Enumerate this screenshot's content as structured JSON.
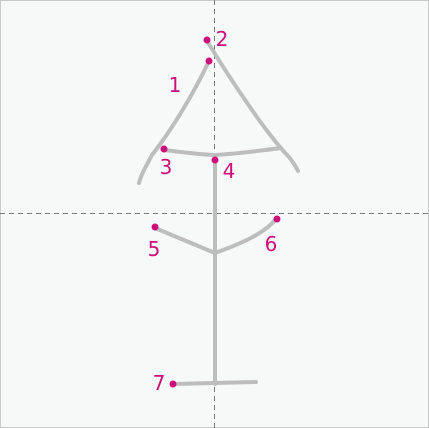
{
  "colors": {
    "background": "#f7f8f8",
    "border": "#c9c9c9",
    "guide": "#7a7a7a",
    "stroke": "#bdbdbd",
    "accent": "#cc0f7a"
  },
  "strokes": [
    {
      "number": "1"
    },
    {
      "number": "2"
    },
    {
      "number": "3"
    },
    {
      "number": "4"
    },
    {
      "number": "5"
    },
    {
      "number": "6"
    },
    {
      "number": "7"
    }
  ]
}
